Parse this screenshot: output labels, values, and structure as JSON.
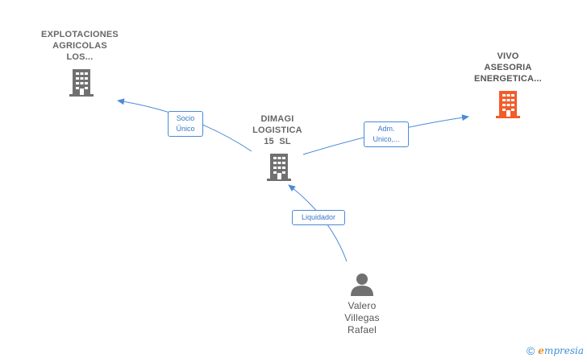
{
  "nodes": {
    "explotaciones": {
      "lines": [
        "EXPLOTACIONES",
        "AGRICOLAS",
        "LOS..."
      ]
    },
    "vivo": {
      "lines": [
        "VIVO",
        "ASESORIA",
        "ENERGETICA..."
      ]
    },
    "dimagi": {
      "lines": [
        "DIMAGI",
        "LOGISTICA",
        "15  SL"
      ]
    },
    "valero": {
      "lines": [
        "Valero",
        "Villegas",
        "Rafael"
      ]
    }
  },
  "edges": {
    "socio_unico": {
      "lines": [
        "Socio",
        "Único"
      ]
    },
    "adm_unico": {
      "lines": [
        "Adm.",
        "Unico,..."
      ]
    },
    "liquidador": {
      "lines": [
        "Liquidador"
      ]
    }
  },
  "colors": {
    "company_icon": "#707070",
    "highlight_icon": "#f25c2a",
    "person_icon": "#707070",
    "edge": "#4a8ad8"
  },
  "footer": {
    "copyright": "©",
    "brand_e": "e",
    "brand_rest": "mpresia"
  }
}
